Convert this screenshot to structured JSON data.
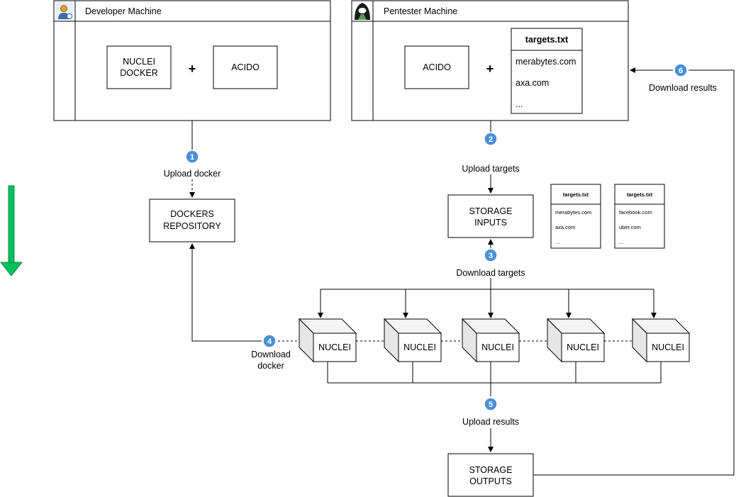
{
  "developer": {
    "title": "Developer Machine",
    "nuclei_docker_line1": "NUCLEI",
    "nuclei_docker_line2": "DOCKER",
    "plus": "+",
    "acido": "ACIDO"
  },
  "pentester": {
    "title": "Pentester Machine",
    "acido": "ACIDO",
    "plus": "+",
    "targets_title": "targets.txt",
    "targets": [
      "merabytes.com",
      "axa.com",
      "..."
    ]
  },
  "repository": {
    "line1": "DOCKERS",
    "line2": "REPOSITORY"
  },
  "storage_inputs": {
    "line1": "STORAGE",
    "line2": "INPUTS"
  },
  "storage_outputs": {
    "line1": "STORAGE",
    "line2": "OUTPUTS"
  },
  "split_files": [
    {
      "title": "targets.txt",
      "items": [
        "merabytes.com",
        "axa.com",
        "..."
      ]
    },
    {
      "title": "targets.txt",
      "items": [
        "facebook.com",
        "uber.com",
        "..."
      ]
    }
  ],
  "nuclei_nodes": [
    "NUCLEI",
    "NUCLEI",
    "NUCLEI",
    "NUCLEI",
    "NUCLEI"
  ],
  "steps": [
    {
      "num": "1",
      "label": "Upload docker"
    },
    {
      "num": "2",
      "label": "Upload targets"
    },
    {
      "num": "3",
      "label": "Download targets"
    },
    {
      "num": "4",
      "label_line1": "Download",
      "label_line2": "docker"
    },
    {
      "num": "5",
      "label": "Upload results"
    },
    {
      "num": "6",
      "label": "Download results"
    }
  ],
  "colors": {
    "badge": "#4a90d9",
    "arrow": "#00c060",
    "cube_side": "#e6e6e6"
  },
  "icons": {
    "developer": "developer-user-icon",
    "pentester": "hacker-hood-icon",
    "flow": "down-arrow-icon"
  }
}
